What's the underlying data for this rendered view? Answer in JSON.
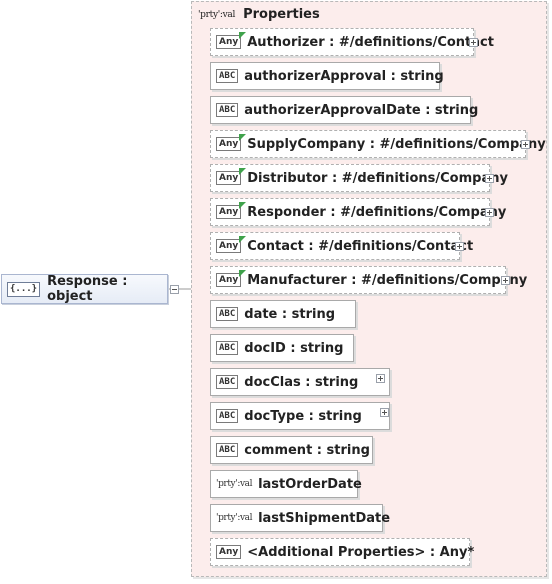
{
  "root": {
    "badge": "{...}",
    "label": "Response : object"
  },
  "properties_group": {
    "badge": "'prty':val",
    "title": "Properties"
  },
  "properties": [
    {
      "id": "authorizer",
      "badge": "Any",
      "flag": true,
      "label": "Authorizer : #/definitions/Contact",
      "expandable": true
    },
    {
      "id": "authorizer-approval",
      "badge": "ABC",
      "label": "authorizerApproval : string"
    },
    {
      "id": "authorizer-approval-date",
      "badge": "ABC",
      "label": "authorizerApprovalDate : string"
    },
    {
      "id": "supply-company",
      "badge": "Any",
      "flag": true,
      "label": "SupplyCompany : #/definitions/Company",
      "expandable": true
    },
    {
      "id": "distributor",
      "badge": "Any",
      "flag": true,
      "label": "Distributor : #/definitions/Company",
      "expandable": true
    },
    {
      "id": "responder",
      "badge": "Any",
      "flag": true,
      "label": "Responder : #/definitions/Company",
      "expandable": true
    },
    {
      "id": "contact",
      "badge": "Any",
      "flag": true,
      "label": "Contact : #/definitions/Contact",
      "expandable": true
    },
    {
      "id": "manufacturer",
      "badge": "Any",
      "flag": true,
      "label": "Manufacturer : #/definitions/Company",
      "expandable": true
    },
    {
      "id": "date",
      "badge": "ABC",
      "label": "date    : string"
    },
    {
      "id": "doc-id",
      "badge": "ABC",
      "label": "docID   : string"
    },
    {
      "id": "doc-clas",
      "badge": "ABC",
      "label": "docClas : string",
      "inner_expand": true
    },
    {
      "id": "doc-type",
      "badge": "ABC",
      "label": "docType : string",
      "inner_expand": true
    },
    {
      "id": "comment",
      "badge": "ABC",
      "label": "comment : string"
    },
    {
      "id": "last-order-date",
      "badge": "'prty':val",
      "label": "lastOrderDate"
    },
    {
      "id": "last-shipment-date",
      "badge": "'prty':val",
      "label": "lastShipmentDate"
    },
    {
      "id": "additional-properties",
      "badge": "Any",
      "label": "<Additional Properties> : Any*"
    }
  ]
}
